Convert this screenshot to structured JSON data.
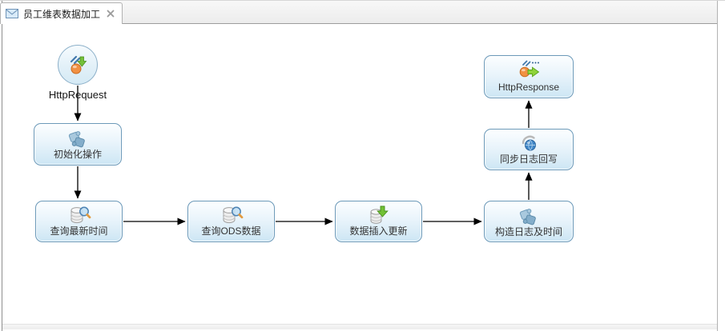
{
  "tab": {
    "title": "员工维表数据加工",
    "icon": "envelope-icon",
    "close_icon": "close-icon"
  },
  "diagram": {
    "nodes": [
      {
        "label": "HttpRequest",
        "icon": "http-request-icon",
        "shape": "circle"
      },
      {
        "label": "初始化操作",
        "icon": "puzzle-icon",
        "shape": "rounded-rect"
      },
      {
        "label": "查询最新时间",
        "icon": "database-search-icon",
        "shape": "rounded-rect"
      },
      {
        "label": "查询ODS数据",
        "icon": "database-search-icon",
        "shape": "rounded-rect"
      },
      {
        "label": "数据插入更新",
        "icon": "database-insert-icon",
        "shape": "rounded-rect"
      },
      {
        "label": "构造日志及时间",
        "icon": "puzzle-icon",
        "shape": "rounded-rect"
      },
      {
        "label": "同步日志回写",
        "icon": "globe-sync-icon",
        "shape": "rounded-rect"
      },
      {
        "label": "HttpResponse",
        "icon": "http-response-icon",
        "shape": "rounded-rect"
      }
    ],
    "edges": [
      {
        "from": "HttpRequest",
        "to": "初始化操作"
      },
      {
        "from": "初始化操作",
        "to": "查询最新时间"
      },
      {
        "from": "查询最新时间",
        "to": "查询ODS数据"
      },
      {
        "from": "查询ODS数据",
        "to": "数据插入更新"
      },
      {
        "from": "数据插入更新",
        "to": "构造日志及时间"
      },
      {
        "from": "构造日志及时间",
        "to": "同步日志回写"
      },
      {
        "from": "同步日志回写",
        "to": "HttpResponse"
      }
    ],
    "colors": {
      "node_border": "#6b99b9",
      "node_fill_top": "#fcfeff",
      "node_fill_bottom": "#cde6f4",
      "arrow": "#000000",
      "label": "#333333"
    }
  }
}
